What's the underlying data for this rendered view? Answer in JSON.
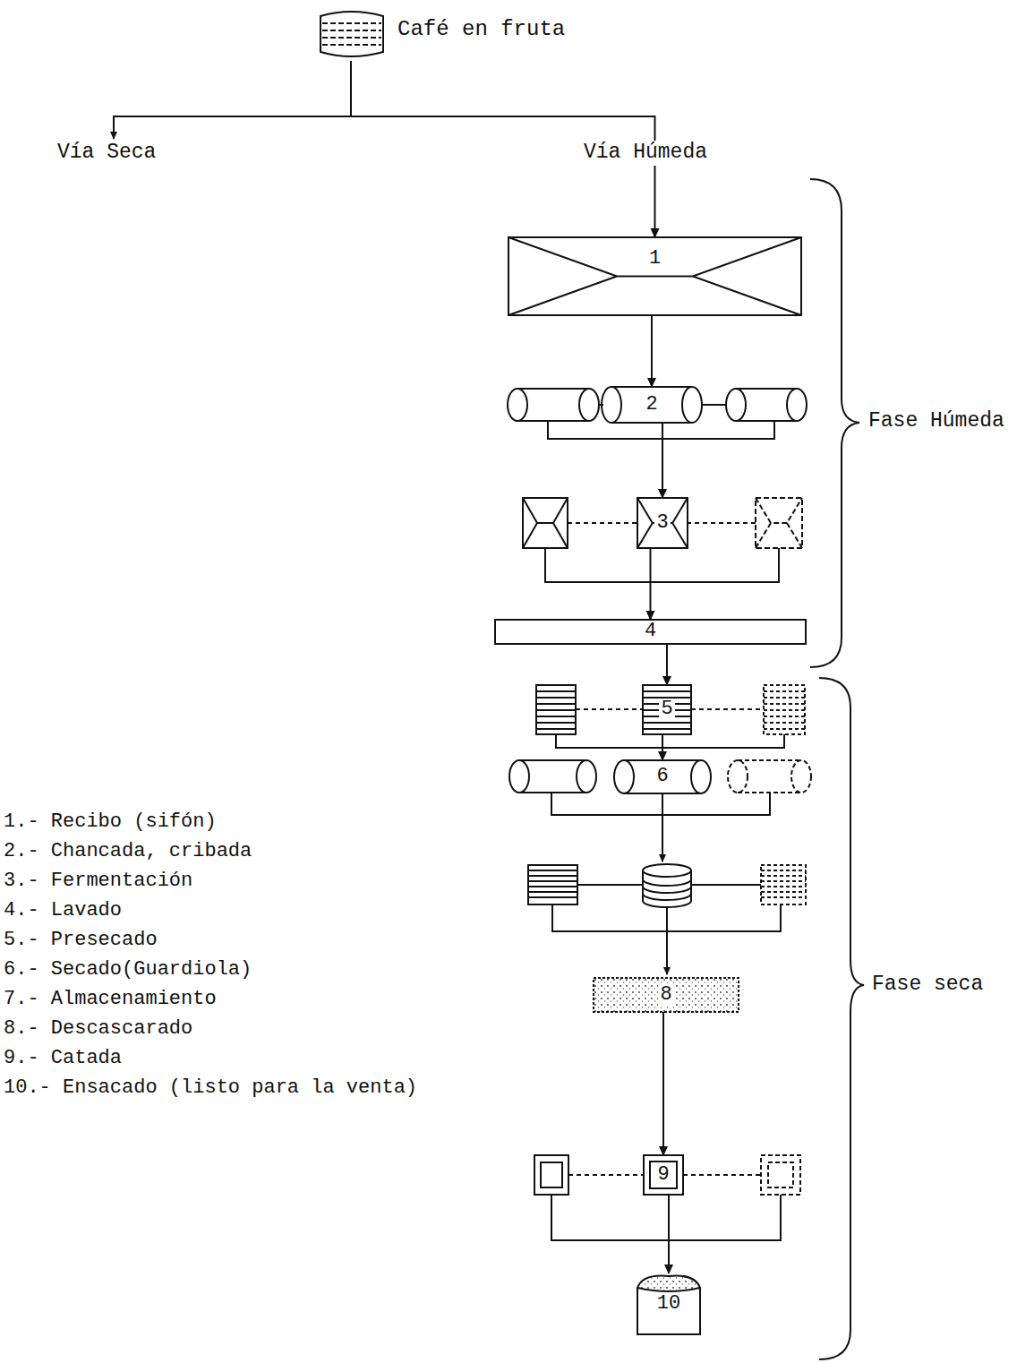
{
  "diagram": {
    "nodes": [
      {
        "text": [
          "Café en fruta"
        ]
      },
      {
        "text": [
          "1"
        ]
      },
      {
        "text": [
          "2"
        ]
      },
      {
        "text": [
          "3"
        ]
      },
      {
        "text": [
          "4"
        ]
      },
      {
        "text": [
          "5"
        ]
      },
      {
        "text": [
          "6"
        ]
      },
      {
        "text": [
          "8"
        ]
      },
      {
        "text": [
          "9"
        ]
      },
      {
        "text": [
          "10"
        ]
      }
    ],
    "edges": [
      {
        "from": 0,
        "to": 1,
        "arrow": "to"
      },
      {
        "from": 1,
        "to": 2,
        "arrow": "to"
      },
      {
        "from": 2,
        "to": 3,
        "arrow": "to"
      },
      {
        "from": 3,
        "to": 4,
        "arrow": "to"
      },
      {
        "from": 4,
        "to": 5,
        "arrow": "to"
      },
      {
        "from": 5,
        "to": 6,
        "arrow": "to"
      },
      {
        "from": 7,
        "to": 8,
        "arrow": "to"
      },
      {
        "from": 8,
        "to": 9,
        "arrow": "to"
      }
    ],
    "labels": [
      "Vía Seca",
      "Vía Húmeda",
      "Fase Húmeda",
      "Fase seca",
      "1.- Recibo (sifón)",
      "2.- Chancada, cribada",
      "3.- Fermentación",
      "4.- Lavado",
      "5.- Presecado",
      "6.- Secado(Guardiola)",
      "7.- Almacenamiento",
      "8.- Descascarado",
      "9.- Catada",
      "10.- Ensacado (listo para la venta)"
    ]
  }
}
